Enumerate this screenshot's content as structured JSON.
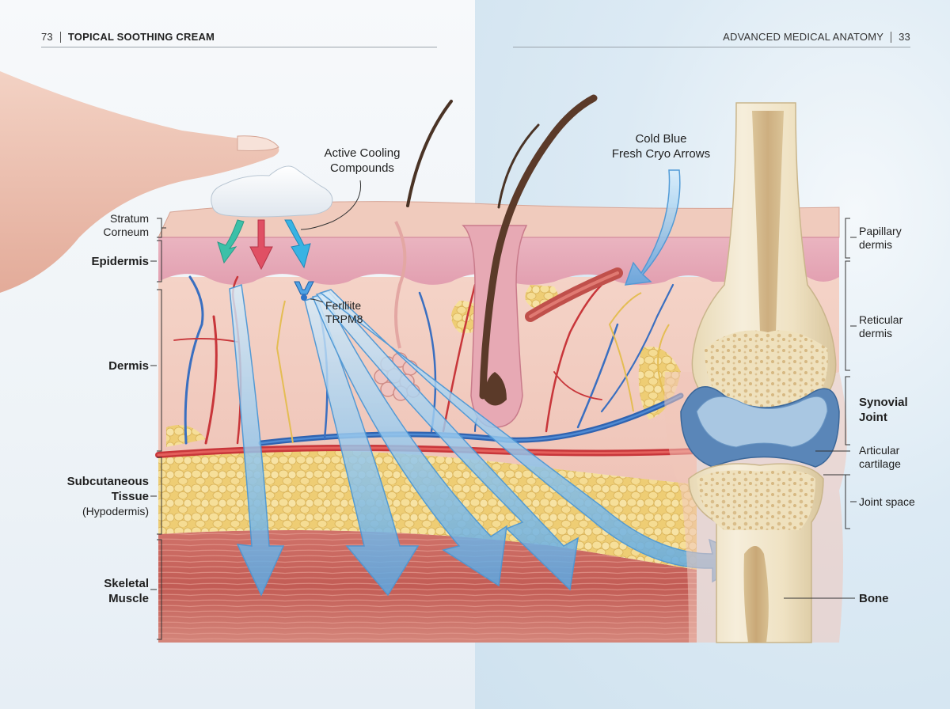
{
  "header": {
    "left_page": "73",
    "left_title": "TOPICAL SOOTHING CREAM",
    "right_title": "ADVANCED MEDICAL ANATOMY",
    "right_page": "33"
  },
  "labels_left": {
    "stratum_corneum": "Stratum\nCorneum",
    "epidermis": "Epidermis",
    "dermis": "Dermis",
    "subcutaneous": "Subcutaneous\nTissue",
    "hypodermis": "(Hypodermis)",
    "skeletal_muscle": "Skeletal\nMuscle"
  },
  "labels_right": {
    "papillary_dermis": "Papillary\ndermis",
    "reticular_dermis": "Reticular\ndermis",
    "synovial_joint": "Synovial\nJoint",
    "articular_cartilage": "Articular\ncartilage",
    "joint_space": "Joint space",
    "bone": "Bone"
  },
  "callouts": {
    "active_cooling": "Active Cooling\nCompounds",
    "cold_arrows": "Cold Blue\nFresh Cryo Arrows",
    "trpm8": "Ferlliite\nTRPM8"
  },
  "colors": {
    "skin": "#f2c9bf",
    "epidermis": "#e7a9b7",
    "fat": "#f1d98f",
    "muscle": "#c9625a",
    "cold_arrow": "#6fb5e8",
    "bone": "#f1e6c8",
    "cartilage": "#7aa4c9"
  }
}
